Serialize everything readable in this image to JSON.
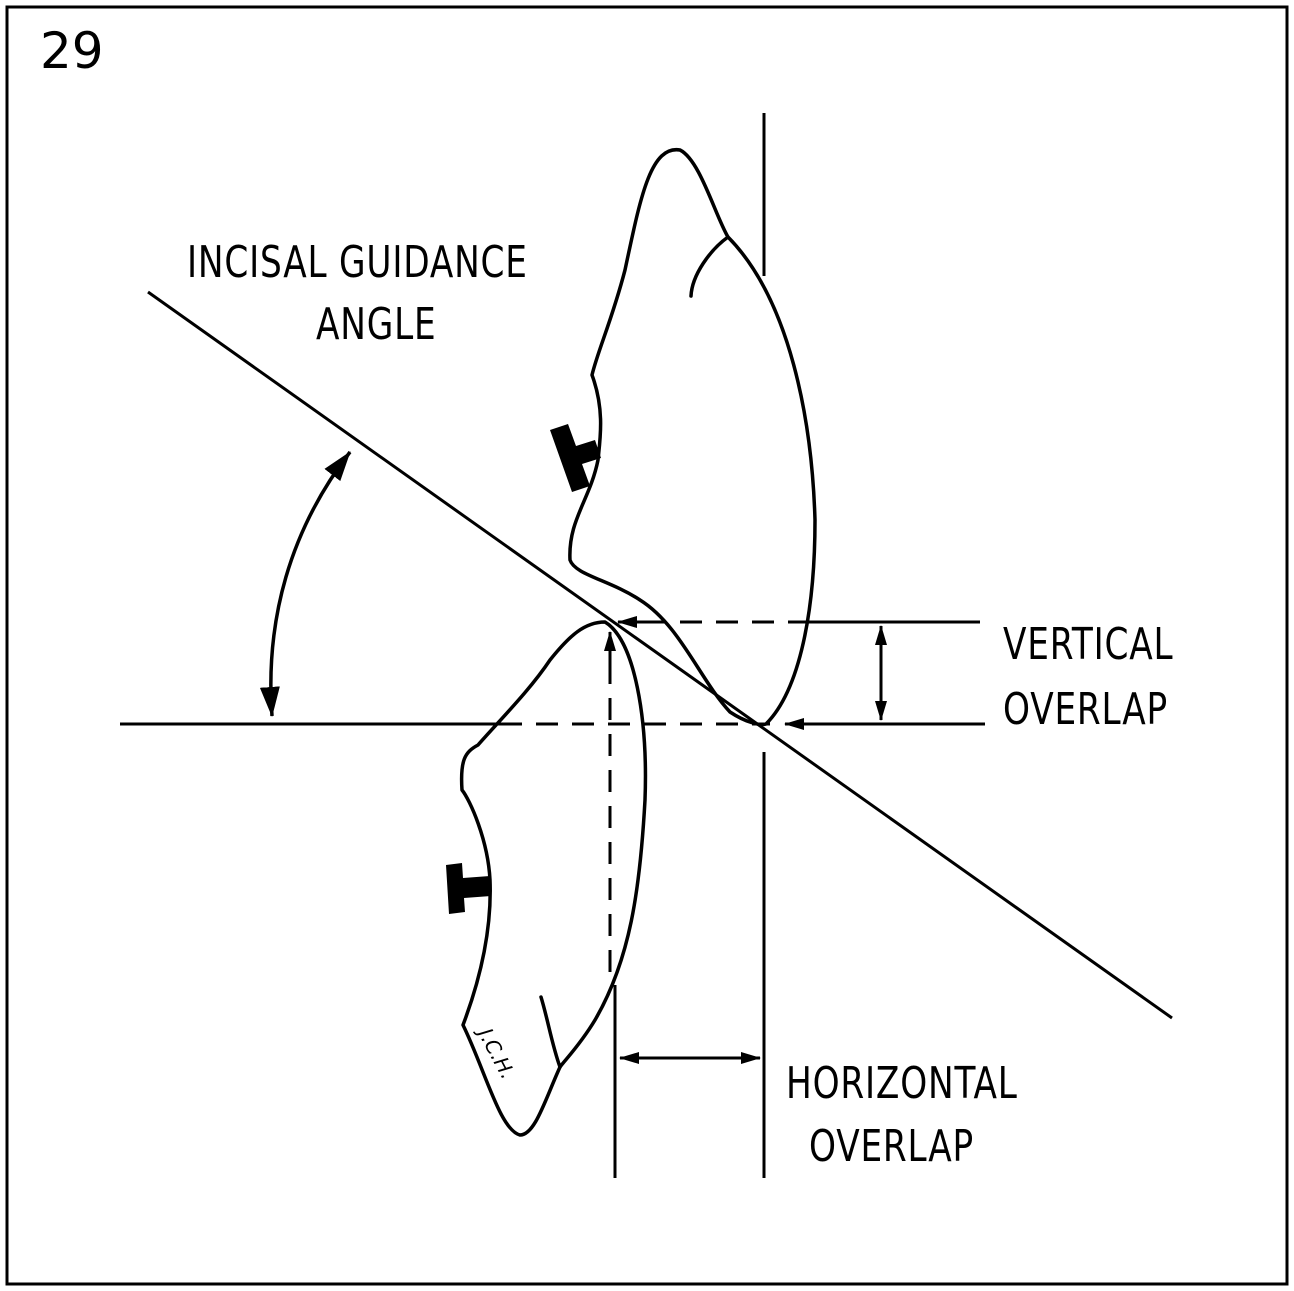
{
  "figure_number": "29",
  "labels": {
    "incisal_guidance_line1": "INCISAL GUIDANCE",
    "incisal_guidance_line2": "ANGLE",
    "vertical_line1": "VERTICAL",
    "vertical_line2": "OVERLAP",
    "horizontal_line1": "HORIZONTAL",
    "horizontal_line2": "OVERLAP"
  },
  "signature": "J.C.H.",
  "colors": {
    "ink": "#000000",
    "background": "#ffffff"
  }
}
